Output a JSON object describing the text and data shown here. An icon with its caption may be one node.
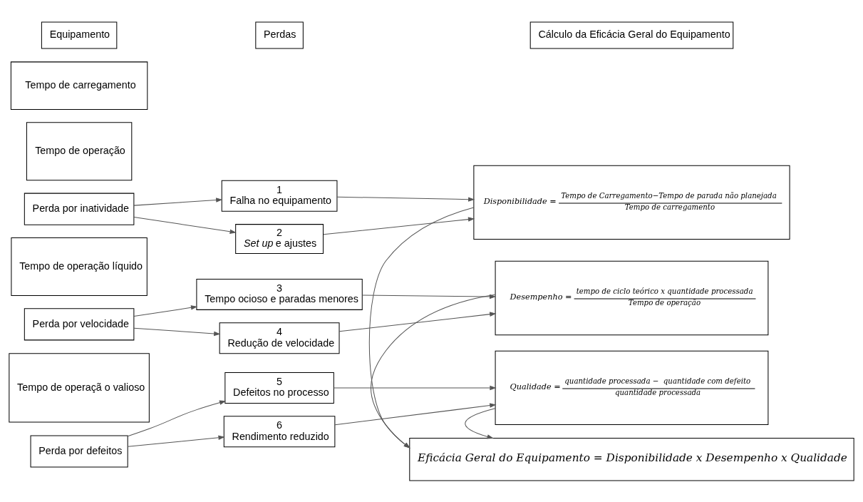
{
  "diagram": {
    "nodes": [
      {
        "text": [
          "Equipamento"
        ]
      },
      {
        "text": [
          "Perdas"
        ]
      },
      {
        "text": [
          "Cálculo da Eficácia Geral do Equipamento"
        ]
      },
      {
        "text": [
          "Tempo de carregamento"
        ]
      },
      {
        "text": [
          "Tempo de operação"
        ]
      },
      {
        "text": [
          "Perda por inatividade"
        ]
      },
      {
        "text": [
          "Tempo de operação líquido"
        ]
      },
      {
        "text": [
          "Perda por velocidade"
        ]
      },
      {
        "text": [
          "Tempo de operaçã o valioso"
        ]
      },
      {
        "text": [
          "Perda por defeitos"
        ]
      },
      {
        "text": [
          "1",
          "Falha no equipamento"
        ]
      },
      {
        "text": [
          "2",
          "*Set up* e ajustes"
        ]
      },
      {
        "text": [
          "3",
          "Tempo ocioso e paradas menores"
        ]
      },
      {
        "text": [
          "4",
          "Redução de velocidade"
        ]
      },
      {
        "text": [
          "5",
          "Defeitos no processo"
        ]
      },
      {
        "text": [
          "6",
          "Rendimento reduzido"
        ]
      },
      {
        "text": [
          "Disponibilidade =",
          "Tempo de Carregamento−Tempo de parada não planejada",
          "Tempo de carregamento"
        ]
      },
      {
        "text": [
          "Desempenho =",
          "tempo de ciclo teórico x quantidade processada",
          "Tempo de operação"
        ]
      },
      {
        "text": [
          "Qualidade =",
          "quantidade processada −  quantidade com defeito",
          "quantidade processada"
        ]
      },
      {
        "text": [
          "Eficácia Geral do Equipamento = Disponibilidade x Desempenho x Qualidade"
        ]
      }
    ],
    "edges": [
      {
        "from": 5,
        "to": 10,
        "arrow": "to"
      },
      {
        "from": 5,
        "to": 11,
        "arrow": "to"
      },
      {
        "from": 7,
        "to": 12,
        "arrow": "to"
      },
      {
        "from": 7,
        "to": 13,
        "arrow": "to"
      },
      {
        "from": 9,
        "to": 14,
        "arrow": "to"
      },
      {
        "from": 9,
        "to": 15,
        "arrow": "to"
      },
      {
        "from": 10,
        "to": 16,
        "arrow": "to"
      },
      {
        "from": 11,
        "to": 16,
        "arrow": "to"
      },
      {
        "from": 12,
        "to": 17,
        "arrow": "to"
      },
      {
        "from": 13,
        "to": 17,
        "arrow": "to"
      },
      {
        "from": 14,
        "to": 18,
        "arrow": "to"
      },
      {
        "from": 15,
        "to": 18,
        "arrow": "to"
      },
      {
        "from": 16,
        "to": 19,
        "arrow": "to"
      },
      {
        "from": 17,
        "to": 19,
        "arrow": "to"
      },
      {
        "from": 18,
        "to": 19,
        "arrow": "to"
      }
    ]
  }
}
